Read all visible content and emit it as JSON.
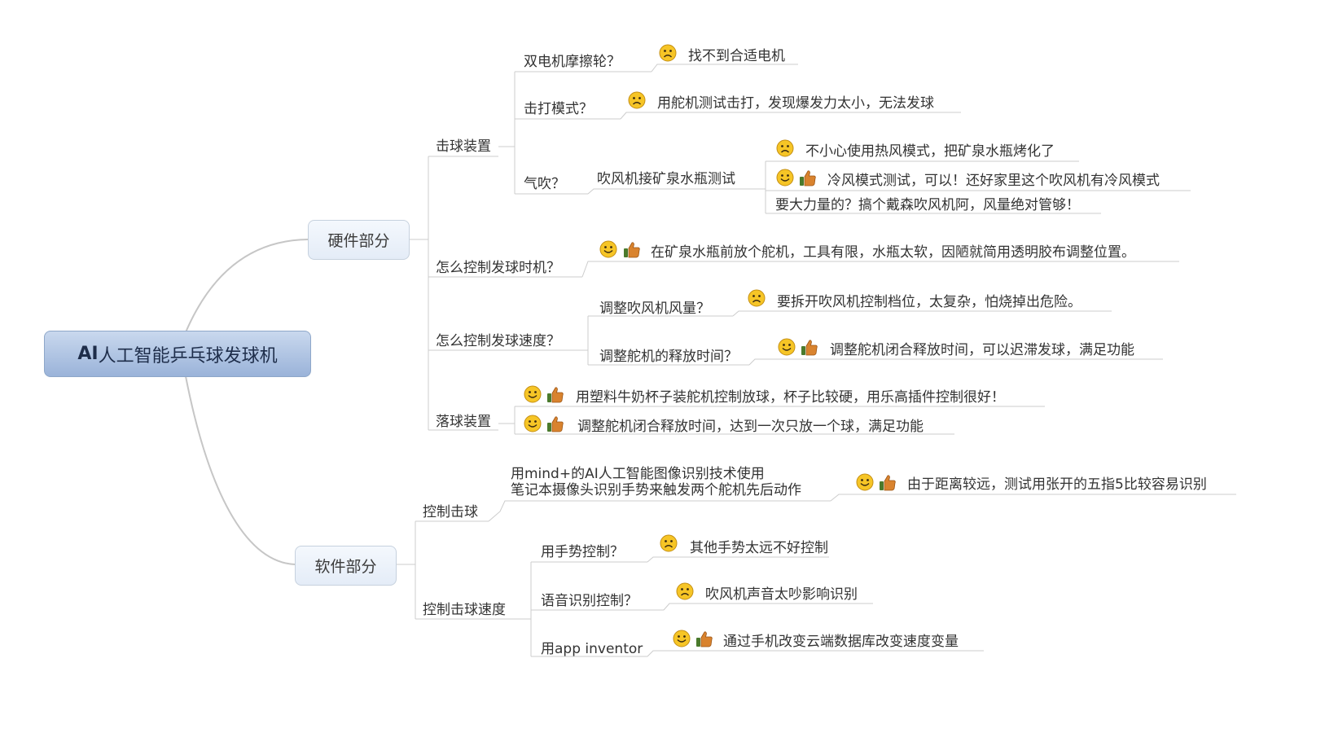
{
  "root": {
    "title_ai": "AI",
    "title_rest": "人工智能乒乓球发球机"
  },
  "hardware": {
    "label": "硬件部分",
    "strike": {
      "label": "击球装置",
      "double_motor": {
        "q": "双电机摩擦轮？",
        "a": "找不到合适电机"
      },
      "hit_mode": {
        "q": "击打模式？",
        "a": "用舵机测试击打，发现爆发力太小，无法发球"
      },
      "air": {
        "q": "气吹？",
        "sub": "吹风机接矿泉水瓶测试",
        "a1": "不小心使用热风模式，把矿泉水瓶烤化了",
        "a2": "冷风模式测试，可以！还好家里这个吹风机有冷风模式",
        "a3": "要大力量的？搞个戴森吹风机阿，风量绝对管够！"
      }
    },
    "timing": {
      "q": "怎么控制发球时机？",
      "a": "在矿泉水瓶前放个舵机，工具有限，水瓶太软，因陋就简用透明胶布调整位置。"
    },
    "speed": {
      "q": "怎么控制发球速度？",
      "s1": {
        "q": "调整吹风机风量？",
        "a": "要拆开吹风机控制档位，太复杂，怕烧掉出危险。"
      },
      "s2": {
        "q": "调整舵机的释放时间？",
        "a": "调整舵机闭合释放时间，可以迟滞发球，满足功能"
      }
    },
    "drop": {
      "label": "落球装置",
      "a1": "用塑料牛奶杯子装舵机控制放球，杯子比较硬，用乐高插件控制很好！",
      "a2": "调整舵机闭合释放时间，达到一次只放一个球，满足功能"
    }
  },
  "software": {
    "label": "软件部分",
    "control": {
      "label": "控制击球",
      "desc": "用mind+的AI人工智能图像识别技术使用\n笔记本摄像头识别手势来触发两个舵机先后动作",
      "a": "由于距离较远，测试用张开的五指5比较容易识别"
    },
    "speed": {
      "label": "控制击球速度",
      "gesture": {
        "q": "用手势控制？",
        "a": "其他手势太远不好控制"
      },
      "voice": {
        "q": "语音识别控制？",
        "a": "吹风机声音太吵影响识别"
      },
      "app": {
        "q": "用app inventor",
        "a": "通过手机改变云端数据库改变速度变量"
      }
    }
  },
  "icons": {
    "bad": "sad-face-icon",
    "good": "smile-face-icon",
    "like": "thumbs-up-icon"
  },
  "colors": {
    "root_fill": "#9ab3d9",
    "branch_fill": "#e4ecf7",
    "line": "#c4c4c4",
    "face": "#f6c526",
    "thumb": "#d9832e"
  }
}
